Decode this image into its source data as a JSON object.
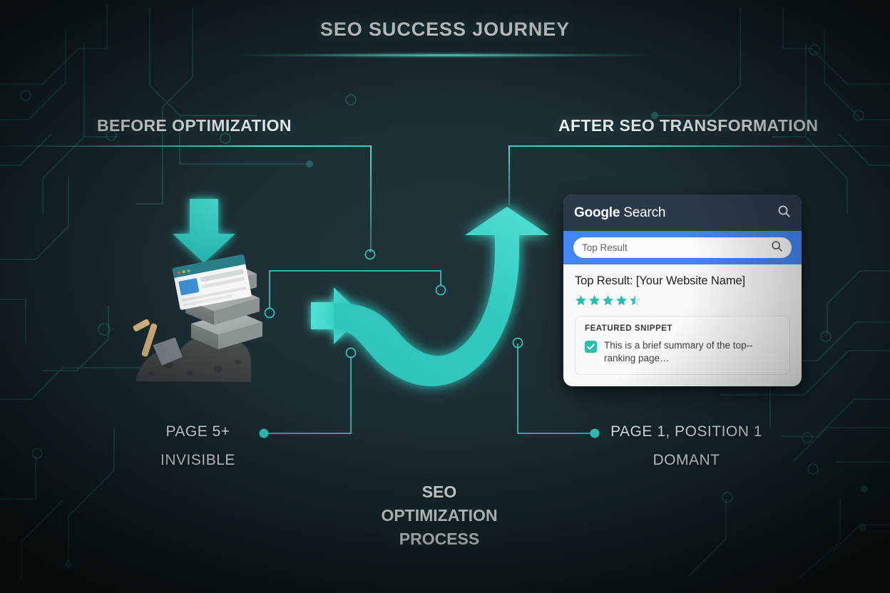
{
  "title": "SEO SUCCESS JOURNEY",
  "sections": {
    "before": {
      "heading": "BEFORE OPTIMIZATION"
    },
    "after": {
      "heading": "AFTER SEO TRANSFORMATION"
    }
  },
  "stats": {
    "left": {
      "line1": "PAGE 5+",
      "line2": "INVISIBLE"
    },
    "right": {
      "line1": "PAGE 1, POSITION 1",
      "line2": "DOMANT"
    }
  },
  "process": {
    "line1": "SEO",
    "line2": "OPTIMIZATION",
    "line3": "PROCESS"
  },
  "search_card": {
    "logo_bold": "Google",
    "logo_rest": "Search",
    "header_search_icon": "search-icon",
    "input_placeholder": "Top Result",
    "input_value": "",
    "input_search_icon": "search-icon",
    "result_title": "Top Result: [Your Website Name]",
    "rating": 4.5,
    "rating_max": 5,
    "snippet_label": "FEATURED SNIPPET",
    "snippet_checked": true,
    "snippet_text": "This is a brief summary of the top--ranking page…"
  },
  "icons": {
    "down_arrow": "arrow-down-icon",
    "small_right_arrow": "arrow-right-icon",
    "growth_arrow": "curved-growth-arrow-icon",
    "broken_site": "broken-website-illustration",
    "shovel": "shovel-icon",
    "rubble": "rubble-mound-icon"
  },
  "colors": {
    "background": "#1c2e34",
    "accent_teal": "#2dd4c9",
    "arrow_teal": "#35c6bb",
    "google_blue": "#4285f4",
    "header_navy": "#2b3a4a",
    "card_bg": "#f7f9fa",
    "star_teal": "#26bfae",
    "text_light": "#f2f7f8"
  }
}
